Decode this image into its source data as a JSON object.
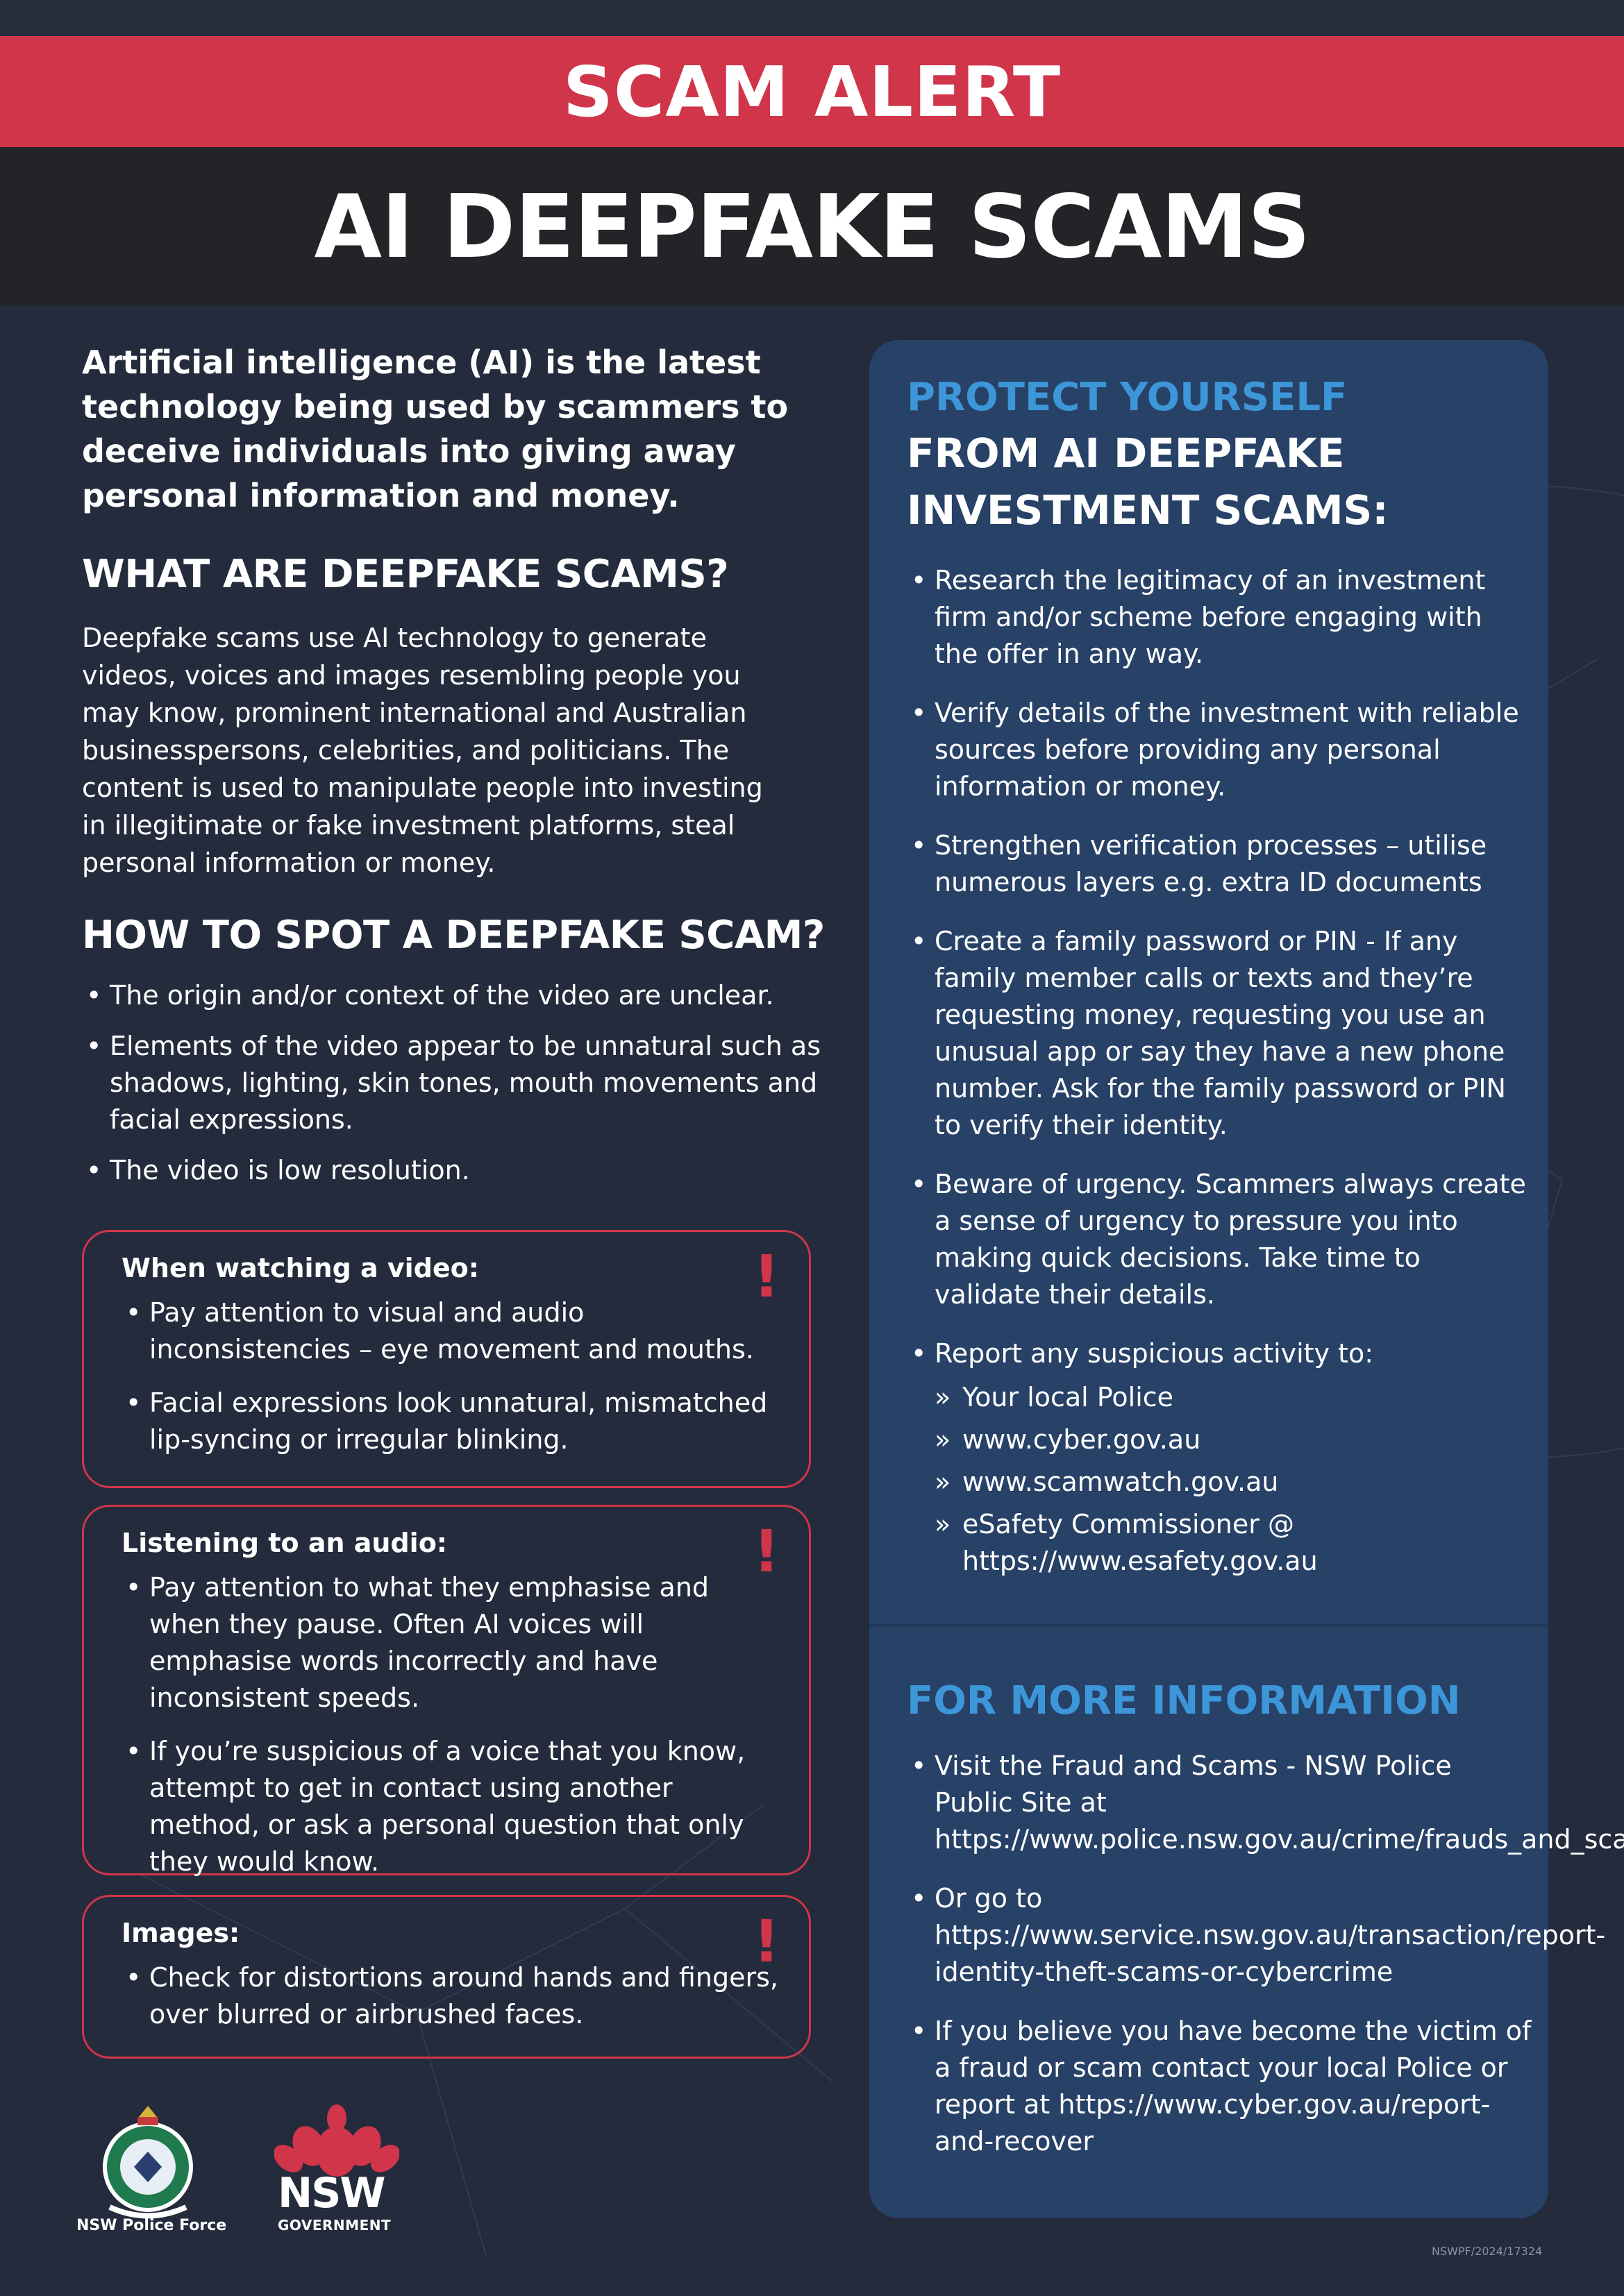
{
  "header": {
    "alert_label": "SCAM ALERT",
    "title": "AI DEEPFAKE SCAMS"
  },
  "intro": "Artificial intelligence (AI) is the latest technology being used by scammers to deceive individuals into giving away personal information and money.",
  "what_section": {
    "heading": "WHAT ARE DEEPFAKE SCAMS?",
    "body": "Deepfake scams use AI technology to generate videos, voices and images resembling people you may know, prominent international and Australian businesspersons, celebrities, and politicians. The content is used to manipulate people into investing in illegitimate or fake investment platforms, steal personal information or money."
  },
  "spot_section": {
    "heading": "HOW TO SPOT A DEEPFAKE SCAM?",
    "items": [
      "The origin and/or context of the video are unclear.",
      "Elements of the video appear to be unnatural such as shadows, lighting, skin tones, mouth movements and facial expressions.",
      "The video is low resolution."
    ]
  },
  "alert_boxes": [
    {
      "title": "When watching a video:",
      "mark": "!",
      "items": [
        "Pay attention to visual and audio inconsistencies – eye movement and mouths.",
        "Facial expressions look unnatural, mismatched lip-syncing or irregular blinking."
      ]
    },
    {
      "title": "Listening to an audio:",
      "mark": "!",
      "items": [
        "Pay attention to what they emphasise and when they pause. Often AI voices will emphasise words incorrectly and have inconsistent speeds.",
        "If you’re suspicious of a voice that you know, attempt to get in contact using another method, or ask a personal question that only they would know."
      ]
    },
    {
      "title": "Images:",
      "mark": "!",
      "items": [
        "Check for distortions around hands and fingers, over blurred or airbrushed faces."
      ]
    }
  ],
  "protect": {
    "title_blue": "PROTECT YOURSELF",
    "title_white": "FROM AI DEEPFAKE INVESTMENT SCAMS:",
    "items": [
      "Research the legitimacy of an investment firm and/or scheme before engaging with the offer in any way.",
      "Verify details of the investment with reliable sources before providing any personal information or money.",
      "Strengthen verification processes – utilise numerous layers e.g. extra ID documents",
      "Create a family password or PIN - If any family member calls or texts and they’re requesting money, requesting you use an unusual app or say they have a new phone number. Ask for the family password or PIN to verify their identity.",
      "Beware of urgency. Scammers always create a sense of urgency to pressure you into making quick decisions. Take time to validate their details."
    ],
    "report_label": "Report any suspicious activity to:",
    "report_items": [
      "Your local Police",
      "www.cyber.gov.au",
      "www.scamwatch.gov.au",
      "eSafety Commissioner @ https://www.esafety.gov.au"
    ]
  },
  "more_info": {
    "heading": "FOR MORE INFORMATION",
    "items": [
      "Visit the Fraud and Scams - NSW Police Public Site at https://www.police.nsw.gov.au/crime/frauds_and_scams",
      "Or go to https://www.service.nsw.gov.au/transaction/report-identity-theft-scams-or-cybercrime",
      "If you believe you have become the victim of a fraud or scam contact your local Police or report at https://www.cyber.gov.au/report-and-recover"
    ]
  },
  "logos": {
    "police_label": "NSW Police Force",
    "nsw_label": "NSW",
    "gov_label": "GOVERNMENT"
  },
  "footer_code": "NSWPF/2024/17324",
  "colors": {
    "accent_red": "#d0354a",
    "panel_blue": "#274268",
    "heading_blue": "#3d96d8",
    "background": "#232b3c"
  }
}
